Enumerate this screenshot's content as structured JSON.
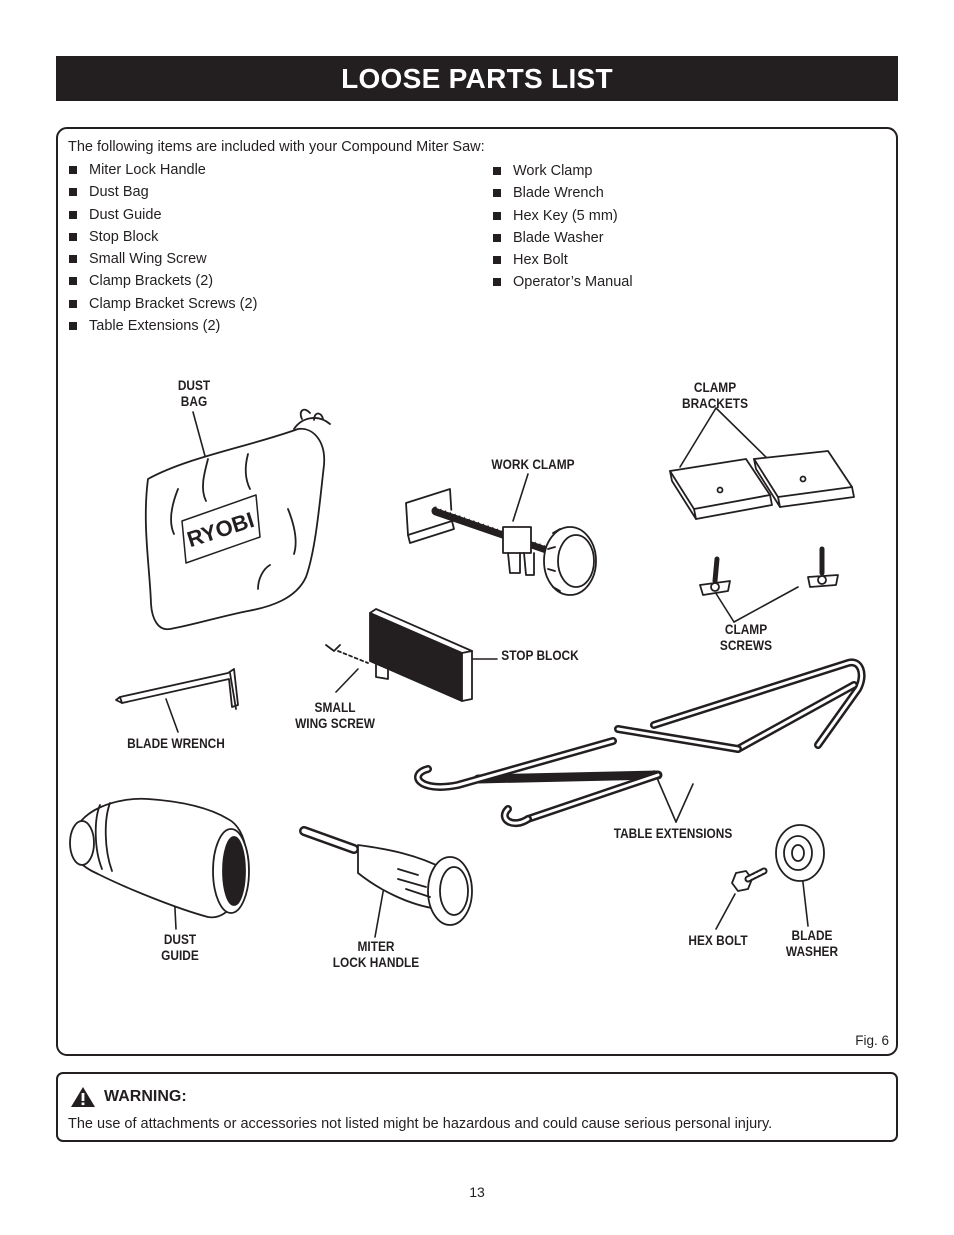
{
  "title": "LOOSE PARTS LIST",
  "intro": "The following items are included with your Compound Miter Saw:",
  "list_left": [
    "Miter Lock Handle",
    "Dust Bag",
    "Dust Guide",
    "Stop Block",
    "Small Wing Screw",
    "Clamp Brackets (2)",
    "Clamp Bracket Screws (2)",
    "Table Extensions (2)"
  ],
  "list_right": [
    "Work Clamp",
    "Blade Wrench",
    "Hex Key (5 mm)",
    "Blade Washer",
    "Hex Bolt",
    "Operator’s Manual"
  ],
  "labels": {
    "dust_bag": [
      "DUST",
      "BAG"
    ],
    "clamp_brackets": [
      "CLAMP",
      "BRACKETS"
    ],
    "work_clamp": "WORK CLAMP",
    "clamp_screws": [
      "CLAMP",
      "SCREWS"
    ],
    "stop_block": "STOP BLOCK",
    "small_wing_screw": [
      "SMALL",
      "WING SCREW"
    ],
    "blade_wrench": "BLADE WRENCH",
    "table_extensions": "TABLE EXTENSIONS",
    "dust_guide": [
      "DUST",
      "GUIDE"
    ],
    "miter_lock_handle": [
      "MITER",
      "LOCK HANDLE"
    ],
    "hex_bolt": "HEX BOLT",
    "blade_washer": [
      "BLADE",
      "WASHER"
    ]
  },
  "ryobi_logo": "RYOBI",
  "figure_caption": "Fig. 6",
  "warning": {
    "heading": "WARNING:",
    "text": "The use of attachments or accessories not listed might be hazardous and could cause serious personal injury."
  },
  "page_number": "13"
}
